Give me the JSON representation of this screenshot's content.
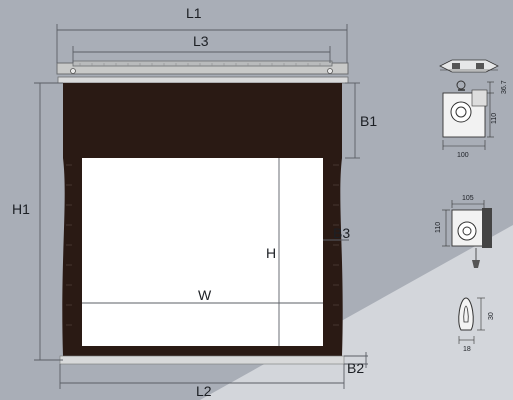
{
  "diagram": {
    "labels": {
      "l1": "L1",
      "l3": "L3",
      "b1": "B1",
      "h1": "H1",
      "h": "H",
      "b3": "B3",
      "w": "W",
      "l2": "L2",
      "b2": "B2"
    },
    "details": {
      "dim_36_7": "36.7",
      "dim_110_a": "110",
      "dim_100": "100",
      "dim_105": "105",
      "dim_110_b": "110",
      "dim_30": "30",
      "dim_18": "18"
    },
    "colors": {
      "background_dark": "#a7adb6",
      "background_light": "#d4d7dc",
      "screen_frame": "#2a1a14",
      "screen_surface": "#ffffff",
      "dimension_line": "#5b5f66"
    }
  }
}
